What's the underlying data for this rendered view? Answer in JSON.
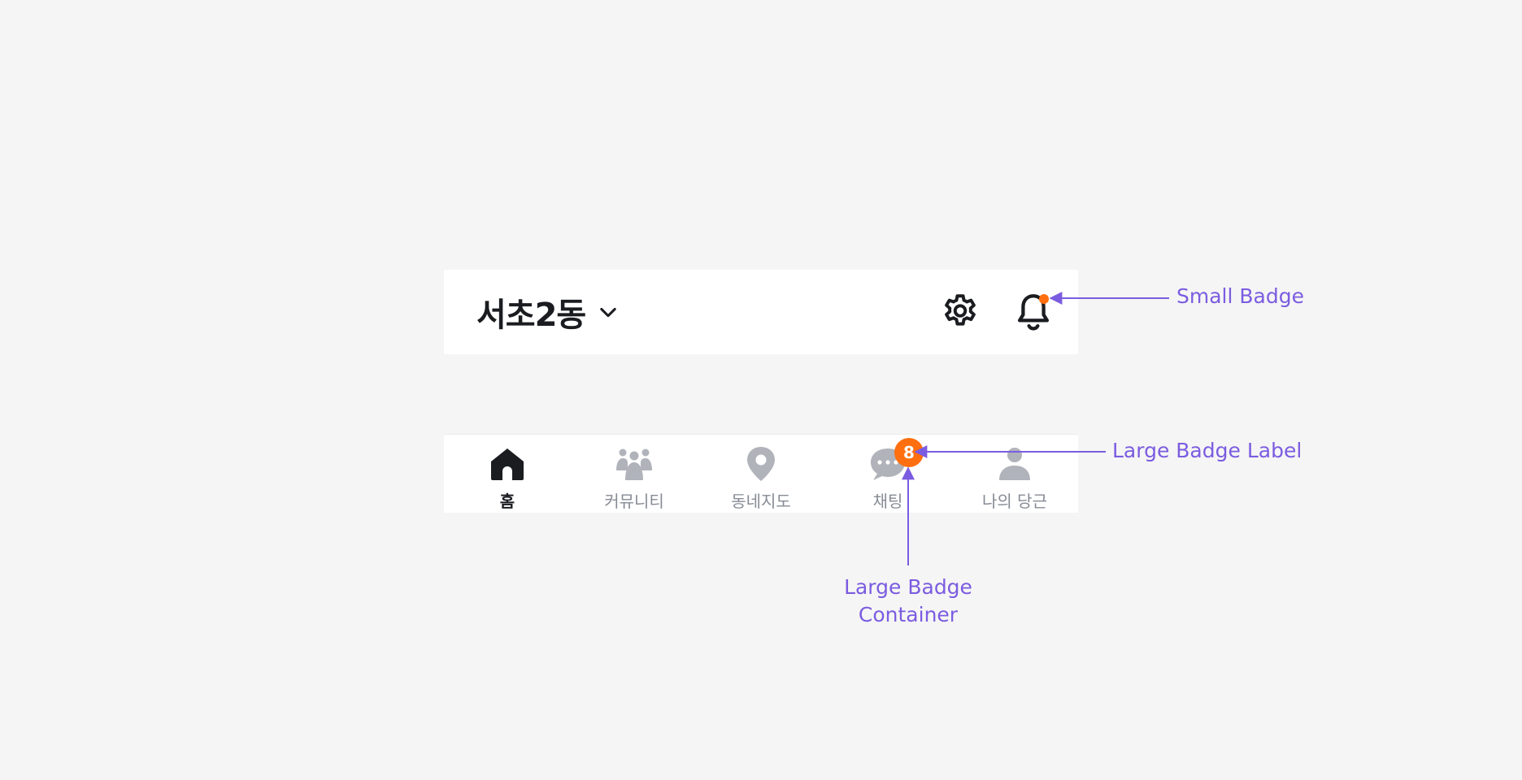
{
  "header": {
    "location": "서초2동",
    "settings_icon": "gear-icon",
    "notification_icon": "bell-icon",
    "chevron_icon": "chevron-down-icon"
  },
  "tabbar": {
    "items": [
      {
        "label": "홈",
        "icon": "home-icon",
        "active": true
      },
      {
        "label": "커뮤니티",
        "icon": "community-icon",
        "active": false
      },
      {
        "label": "동네지도",
        "icon": "map-pin-icon",
        "active": false
      },
      {
        "label": "채팅",
        "icon": "chat-icon",
        "active": false,
        "badge": "8"
      },
      {
        "label": "나의 당근",
        "icon": "user-icon",
        "active": false
      }
    ]
  },
  "annotations": {
    "small_badge": "Small Badge",
    "large_badge_label": "Large Badge Label",
    "large_badge_container": "Large Badge Container"
  },
  "colors": {
    "background": "#f5f5f5",
    "surface": "#ffffff",
    "badge": "#ff6f0f",
    "active": "#1a1c20",
    "inactive": "#868b94",
    "icon_inactive": "#b0b3ba",
    "annotation": "#7b5ce0"
  }
}
